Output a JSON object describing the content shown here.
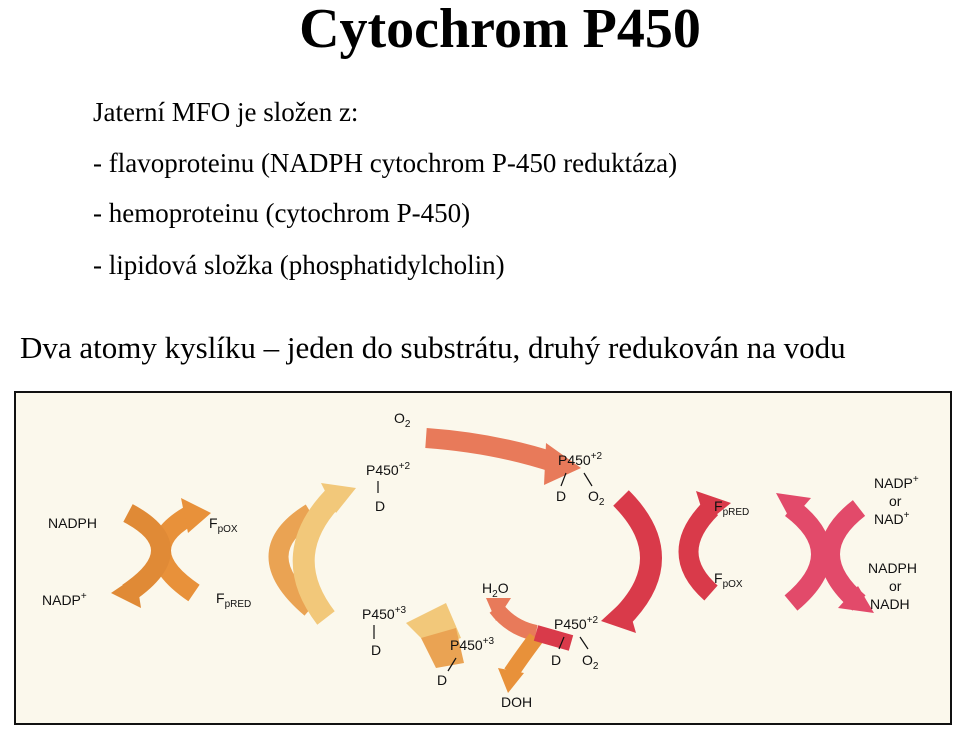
{
  "title": "Cytochrom P450",
  "intro": "Jaterní MFO je složen z:",
  "bullets": [
    "- flavoproteinu (NADPH cytochrom P-450 reduktáza)",
    "- hemoproteinu (cytochrom P-450)",
    "- lipidová složka (phosphatidylcholin)"
  ],
  "summary": "Dva atomy kyslíku – jeden do substrátu, druhý redukován na vodu",
  "diagram": {
    "nadph": "NADPH",
    "nadp": "NADP",
    "f": "F",
    "pox": "pOX",
    "pred": "pRED",
    "p450": "P450",
    "plus2": "+2",
    "plus3": "+3",
    "d": "D",
    "o": "O",
    "two": "2",
    "h": "H",
    "water_o": "O",
    "doh": "DOH",
    "or": "or",
    "nad": "NAD",
    "nadh": "NADH",
    "plus": "+",
    "colors": {
      "orange": "#e8913a",
      "yellow": "#f2c87a",
      "red": "#d93a4a",
      "pink": "#e24a6a",
      "salmon": "#e87a6a"
    }
  }
}
